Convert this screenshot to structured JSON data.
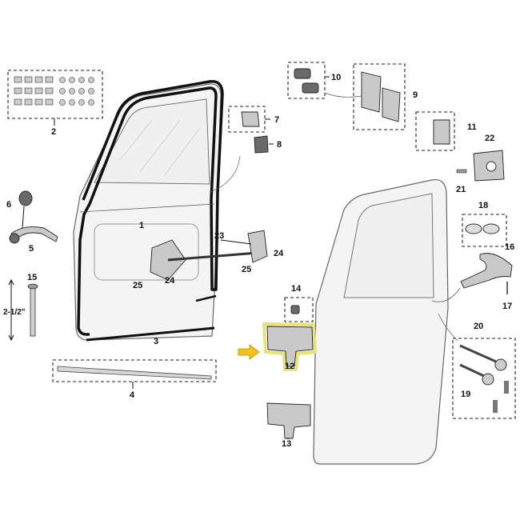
{
  "callouts": [
    {
      "id": "1",
      "text": "1"
    },
    {
      "id": "2",
      "text": "2"
    },
    {
      "id": "3",
      "text": "3"
    },
    {
      "id": "4",
      "text": "4"
    },
    {
      "id": "5",
      "text": "5"
    },
    {
      "id": "6",
      "text": "6"
    },
    {
      "id": "7",
      "text": "7"
    },
    {
      "id": "8",
      "text": "8"
    },
    {
      "id": "9",
      "text": "9"
    },
    {
      "id": "10",
      "text": "10"
    },
    {
      "id": "11",
      "text": "11"
    },
    {
      "id": "12",
      "text": "12"
    },
    {
      "id": "13",
      "text": "13"
    },
    {
      "id": "14",
      "text": "14"
    },
    {
      "id": "15",
      "text": "15"
    },
    {
      "id": "16",
      "text": "16"
    },
    {
      "id": "17",
      "text": "17"
    },
    {
      "id": "18",
      "text": "18"
    },
    {
      "id": "19",
      "text": "19"
    },
    {
      "id": "20",
      "text": "20"
    },
    {
      "id": "21",
      "text": "21"
    },
    {
      "id": "22",
      "text": "22"
    },
    {
      "id": "23",
      "text": "23"
    },
    {
      "id": "24a",
      "text": "24"
    },
    {
      "id": "24b",
      "text": "24"
    },
    {
      "id": "25a",
      "text": "25"
    },
    {
      "id": "25b",
      "text": "25"
    }
  ],
  "dimension": {
    "text": "2-1/2\""
  },
  "colors": {
    "highlight": "#e8e27a",
    "arrow": "#f0c419",
    "arrow_stroke": "#c9860a"
  }
}
